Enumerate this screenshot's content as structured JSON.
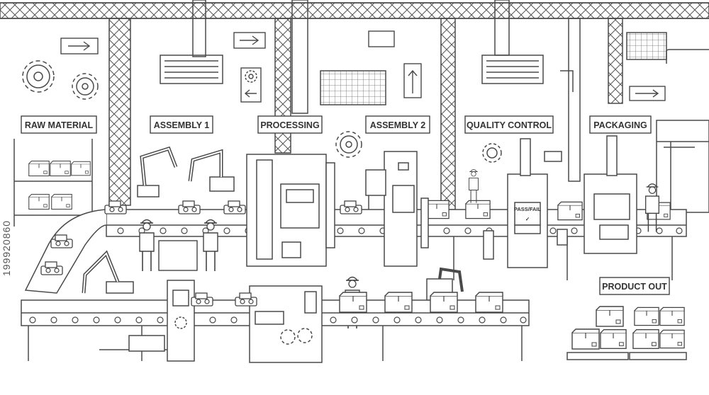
{
  "stations": {
    "raw_material": "RAW MATERIAL",
    "assembly_1": "ASSEMBLY 1",
    "processing": "PROCESSING",
    "assembly_2": "ASSEMBLY 2",
    "quality_control": "QUALITY CONTROL",
    "packaging": "PACKAGING",
    "product_out": "PRODUCT OUT"
  },
  "qc_display": {
    "label": "PASS/FAIL",
    "mark": "✓"
  },
  "watermark": {
    "stock_id": "199920860"
  },
  "colors": {
    "line": "#4a4a4a",
    "background": "#ffffff",
    "label_border": "#444444"
  },
  "icons": [
    "arrow-right-icon",
    "arrow-left-icon",
    "arrow-up-icon",
    "gear-icon"
  ]
}
